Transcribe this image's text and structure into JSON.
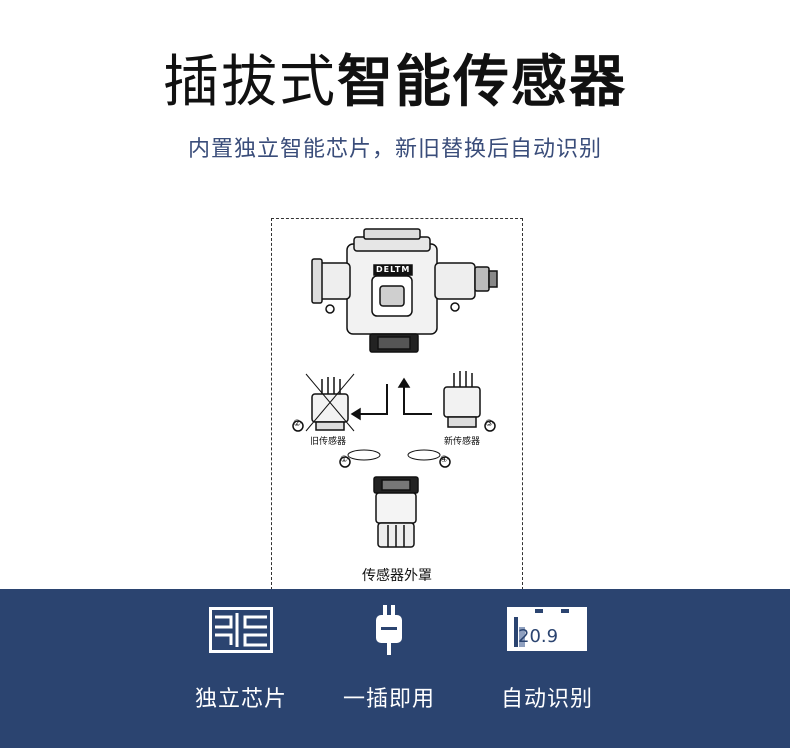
{
  "header": {
    "title_light": "插拔式",
    "title_bold": "智能传感器",
    "subtitle": "内置独立智能芯片，新旧替换后自动识别"
  },
  "diagram": {
    "brand": "DELTM",
    "old_sensor_label": "旧传感器",
    "new_sensor_label": "新传感器",
    "caption": "传感器外罩",
    "steps": [
      "①",
      "②",
      "③",
      "④"
    ]
  },
  "features": [
    {
      "icon": "chip-icon",
      "label": "独立芯片"
    },
    {
      "icon": "plug-icon",
      "label": "一插即用"
    },
    {
      "icon": "thermometer-display-icon",
      "label": "自动识别",
      "display_value": "20.9"
    }
  ],
  "colors": {
    "band": "#2b4470",
    "subtitle": "#3a4d7a",
    "title": "#111111"
  }
}
